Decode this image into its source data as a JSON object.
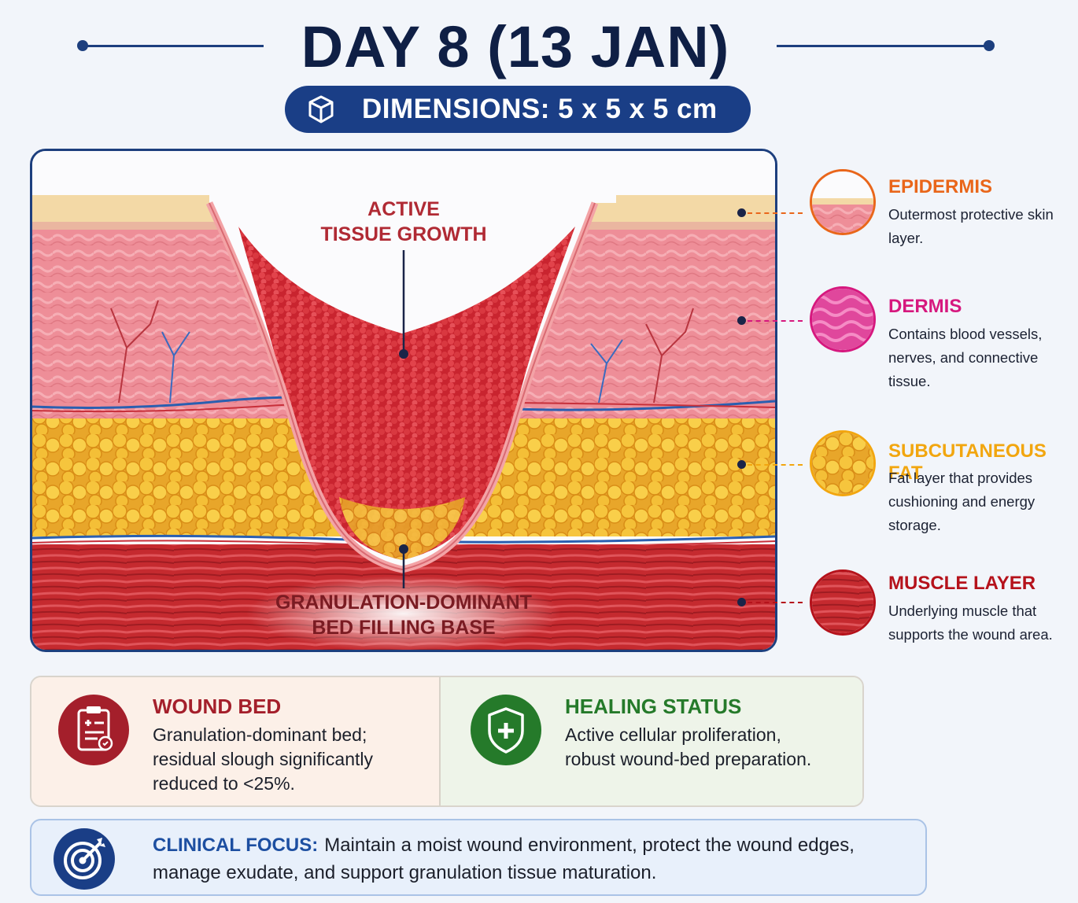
{
  "header": {
    "title": "DAY 8 (13 JAN)",
    "dimensions": "DIMENSIONS: 5 x 5 x 5 cm"
  },
  "diagram": {
    "callout_top": [
      "ACTIVE",
      "TISSUE GROWTH"
    ],
    "callout_bottom": [
      "GRANULATION-DOMINANT",
      "BED FILLING BASE"
    ]
  },
  "legend": [
    {
      "title": "EPIDERMIS",
      "desc": "Outermost protective skin layer.",
      "color": "#e9661a"
    },
    {
      "title": "DERMIS",
      "desc": "Contains blood vessels, nerves, and connective tissue.",
      "color": "#d6187e"
    },
    {
      "title": "SUBCUTANEOUS FAT",
      "desc": "Fat layer that provides cushioning and energy storage.",
      "color": "#f2a60f"
    },
    {
      "title": "MUSCLE LAYER",
      "desc": "Underlying muscle that supports the wound area.",
      "color": "#b5121b"
    }
  ],
  "cards": {
    "wound_bed": {
      "title": "WOUND BED",
      "text": "Granulation-dominant bed; residual slough significantly reduced to <25%.",
      "color": "#a41f2b",
      "icon": "clipboard-icon"
    },
    "healing_status": {
      "title": "HEALING STATUS",
      "text": "Active cellular proliferation, robust wound-bed preparation.",
      "color": "#257a2a",
      "icon": "shield-plus-icon"
    }
  },
  "clinical_focus": {
    "label": "CLINICAL FOCUS:",
    "text": "Maintain a moist wound environment, protect the wound edges, manage exudate, and support granulation tissue maturation.",
    "icon": "target-icon"
  }
}
